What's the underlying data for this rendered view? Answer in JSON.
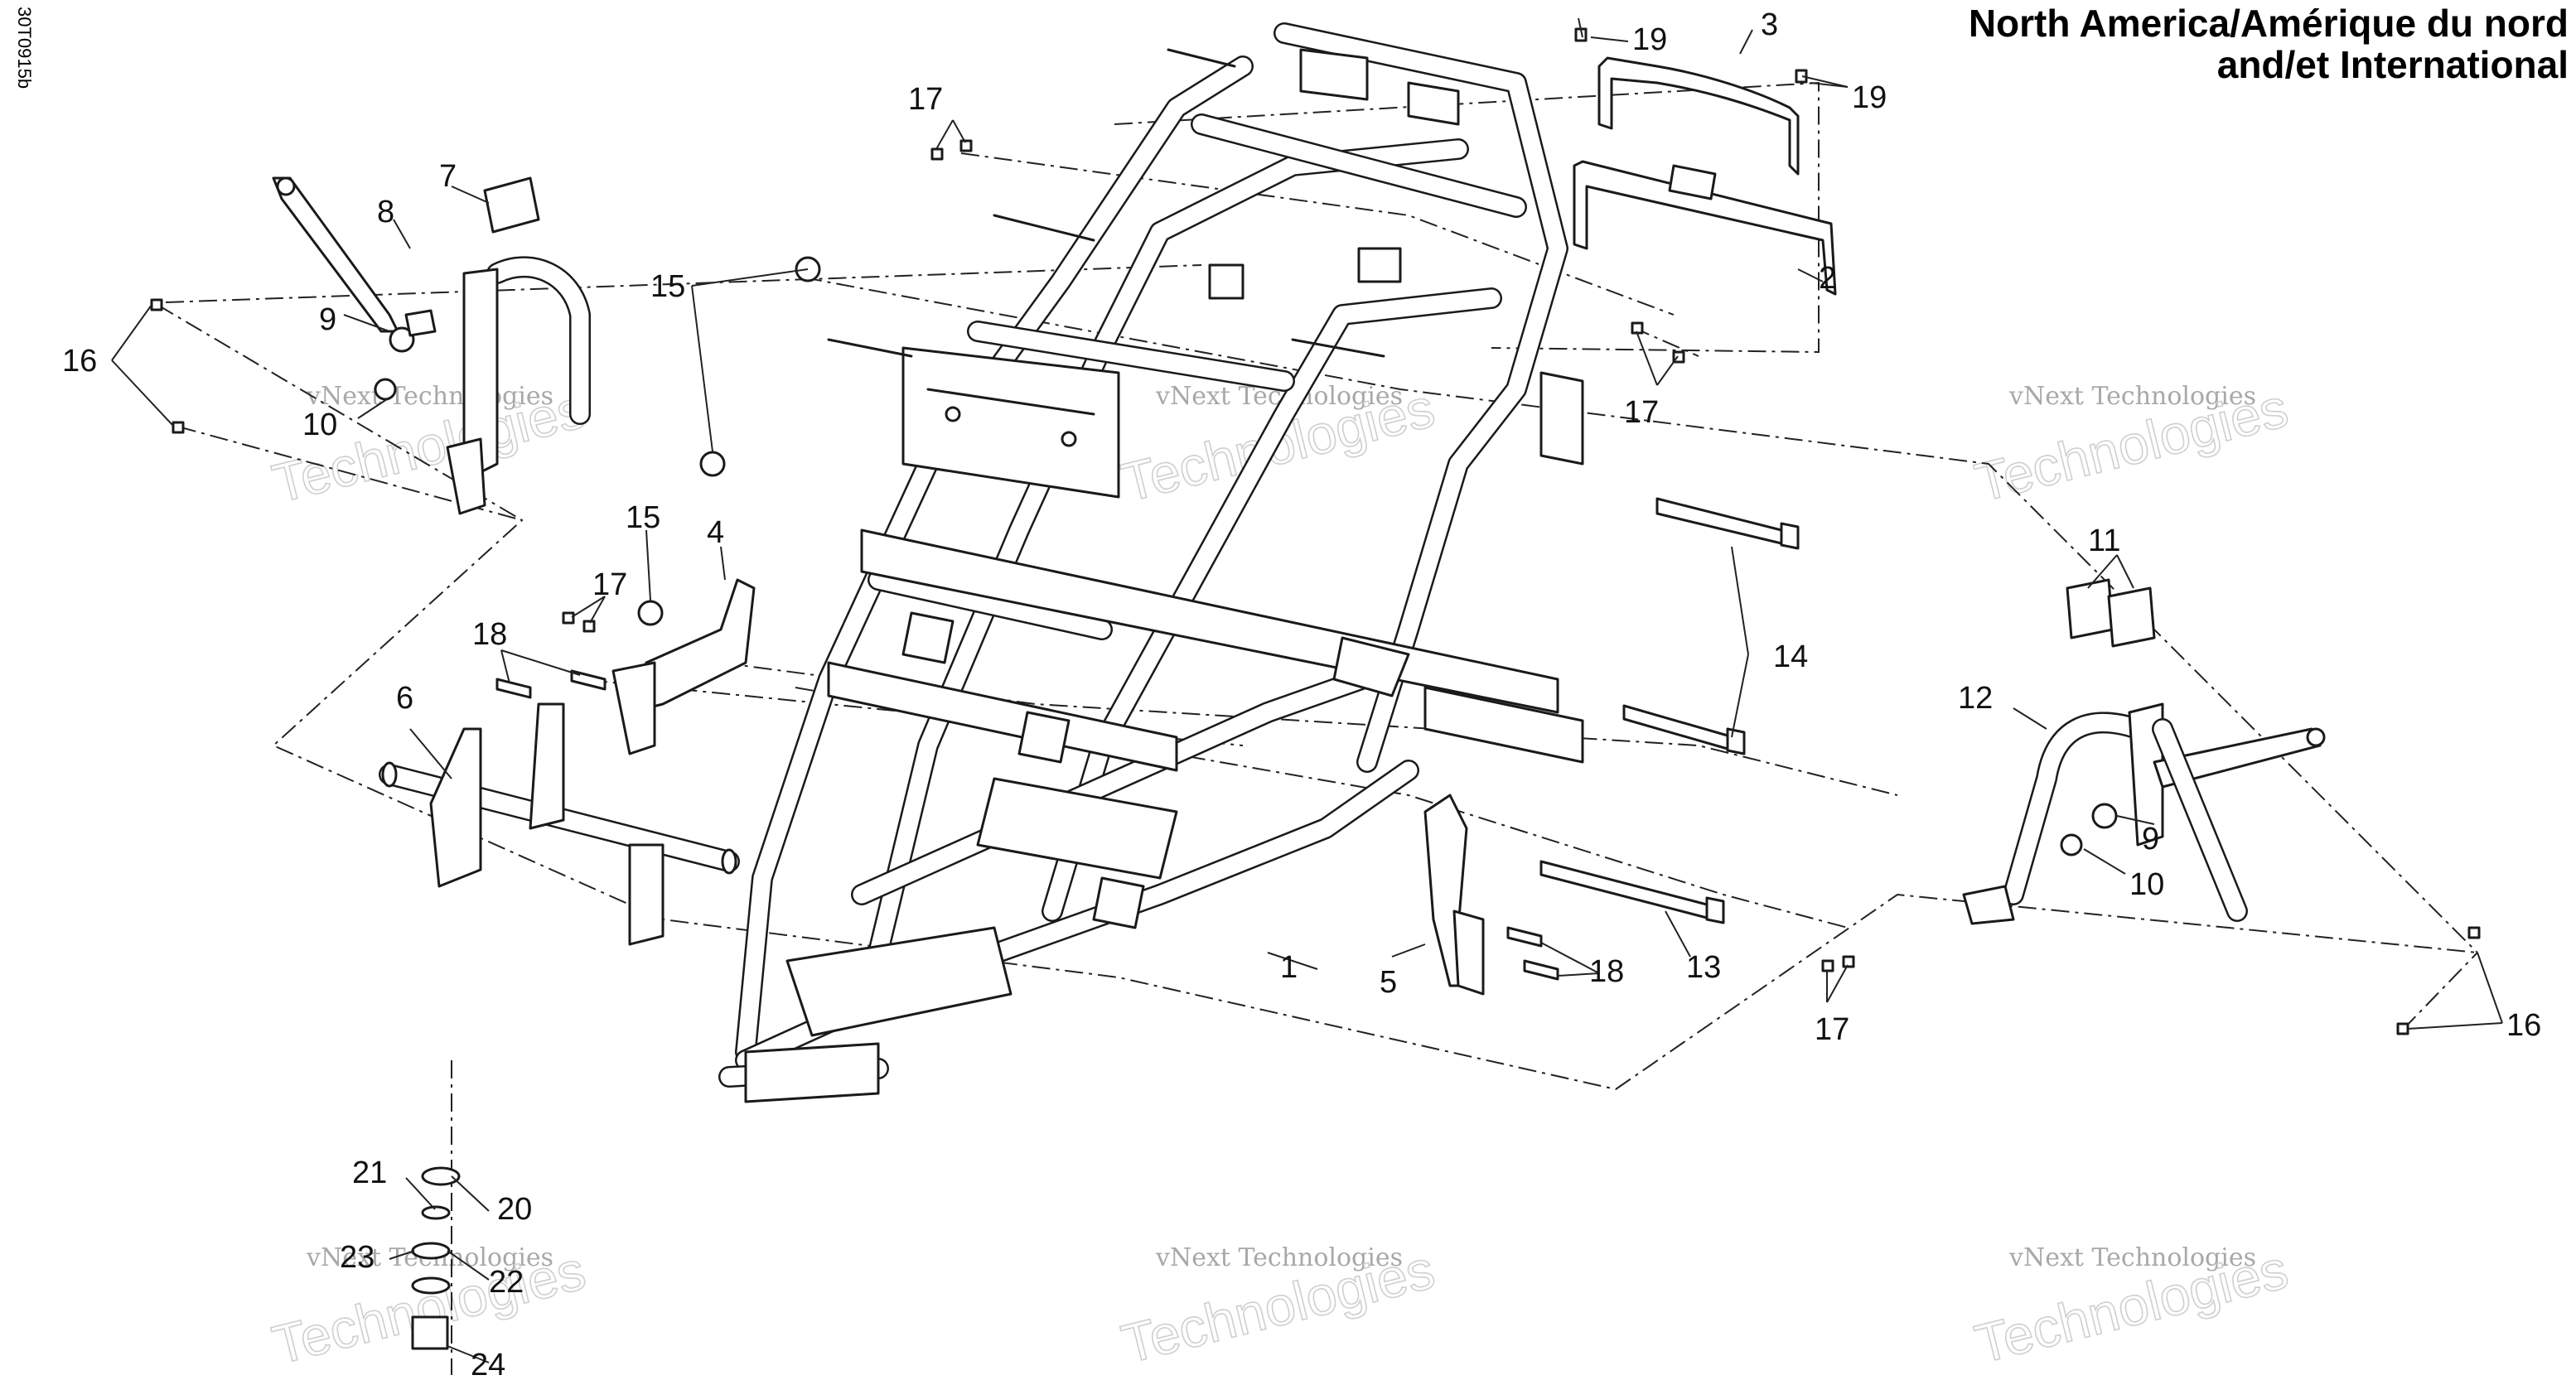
{
  "drawing_code": "30T0915b",
  "title": {
    "line1": "North America/Amérique du nord",
    "line2": "and/et International"
  },
  "watermark": {
    "line1": "vNext Technologies",
    "line2": "Technologies"
  },
  "callouts": [
    "1",
    "2",
    "3",
    "4",
    "5",
    "6",
    "7",
    "8",
    "9",
    "9",
    "10",
    "10",
    "11",
    "12",
    "13",
    "14",
    "15",
    "15",
    "16",
    "16",
    "17",
    "17",
    "17",
    "17",
    "18",
    "18",
    "19",
    "19",
    "20",
    "21",
    "22",
    "23",
    "24"
  ]
}
